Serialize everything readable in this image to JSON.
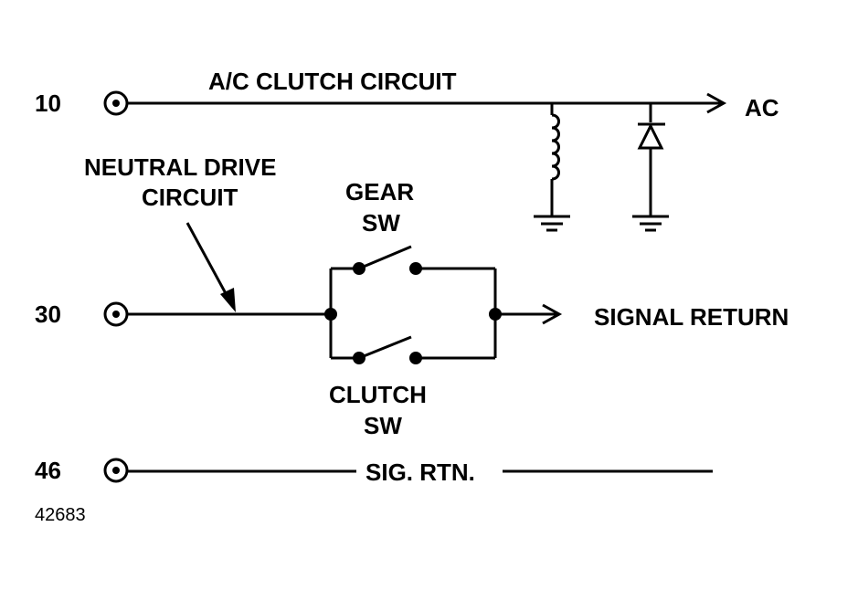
{
  "diagram": {
    "pins": [
      {
        "number": "10"
      },
      {
        "number": "30"
      },
      {
        "number": "46"
      }
    ],
    "labels": {
      "ac_clutch_circuit": "A/C CLUTCH CIRCUIT",
      "ac": "AC",
      "neutral_drive_line1": "NEUTRAL DRIVE",
      "neutral_drive_line2": "CIRCUIT",
      "gear_sw_line1": "GEAR",
      "gear_sw_line2": "SW",
      "clutch_sw_line1": "CLUTCH",
      "clutch_sw_line2": "SW",
      "signal_return": "SIGNAL RETURN",
      "sig_rtn": "SIG. RTN.",
      "figure_number": "42683"
    },
    "colors": {
      "line": "#000000",
      "background": "#ffffff"
    }
  }
}
